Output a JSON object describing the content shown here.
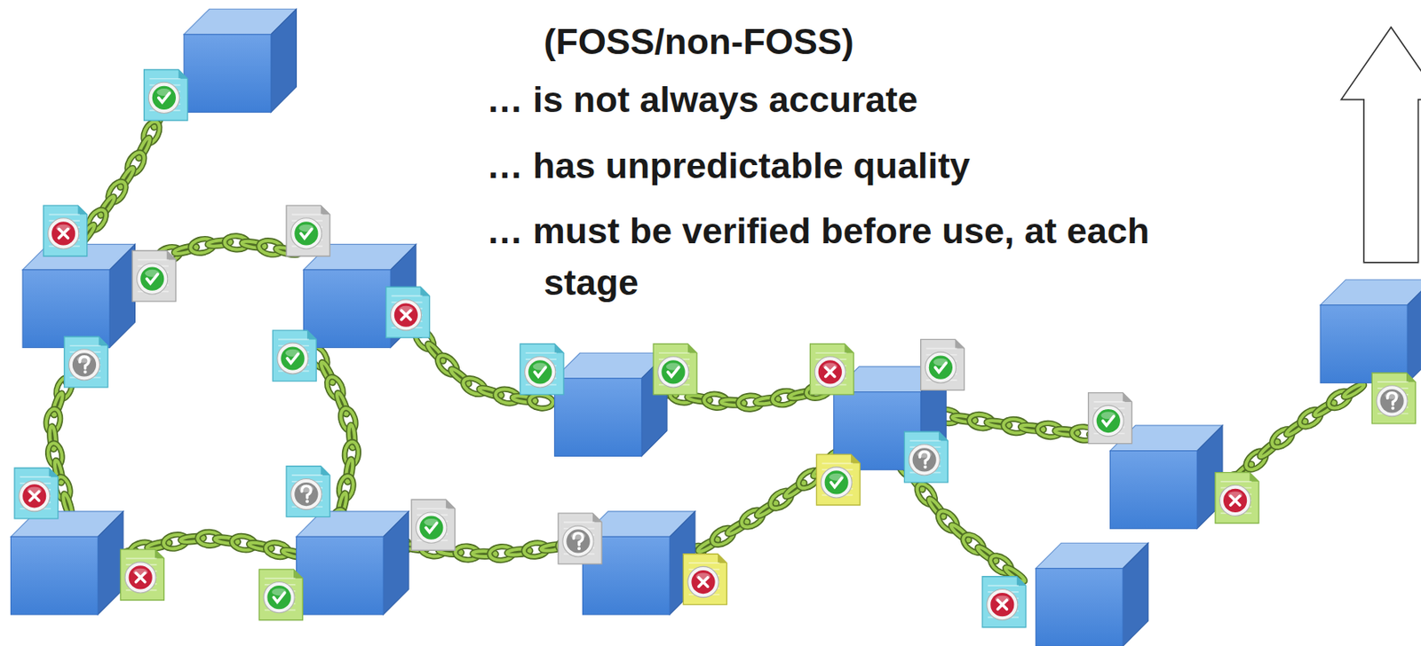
{
  "diagram": {
    "labels": [
      "(FOSS/non-FOSS)",
      "… is not always accurate",
      "… has unpredictable quality",
      "… must be verified before use, at each stage"
    ]
  }
}
